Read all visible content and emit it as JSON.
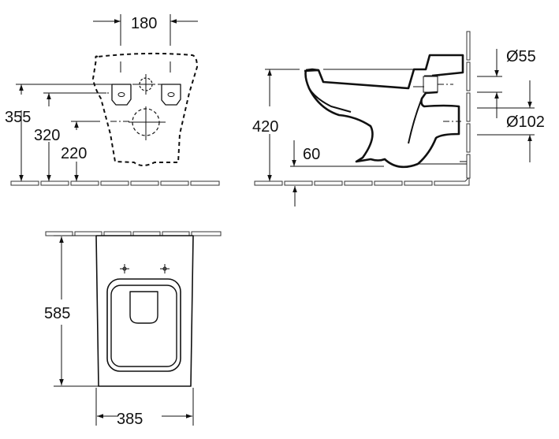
{
  "title": "Wall-hung toilet dimension drawing",
  "front_view": {
    "width_between_fixings": "180",
    "height_fixings_top": "355",
    "height_fixings": "320",
    "height_waste": "220"
  },
  "side_view": {
    "rim_height": "420",
    "bottom_clearance": "60",
    "inlet_diameter": "Ø55",
    "outlet_diameter": "Ø102"
  },
  "top_view": {
    "length": "585",
    "width": "385"
  }
}
